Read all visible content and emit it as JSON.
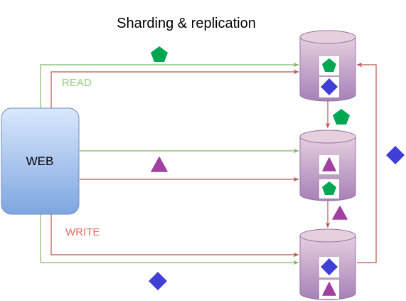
{
  "title": "Sharding & replication",
  "web_label": "WEB",
  "read_label": "READ",
  "write_label": "WRITE",
  "colors": {
    "read_line": "#82b366",
    "write_line": "#b85450",
    "read_text": "#97d077",
    "write_text": "#ea6b66",
    "web_fill_top": "#dae8fc",
    "web_fill_bottom": "#7ea6e0",
    "web_stroke": "#6c8ebf",
    "db_fill_top": "#e6d0de",
    "db_fill_bottom": "#a680b8",
    "db_stroke": "#9673a6",
    "shard_green": "#00a651",
    "shard_purple": "#a040a0",
    "shard_blue": "#3f3fd6"
  },
  "shapes": [
    "pentagon",
    "triangle",
    "diamond"
  ]
}
